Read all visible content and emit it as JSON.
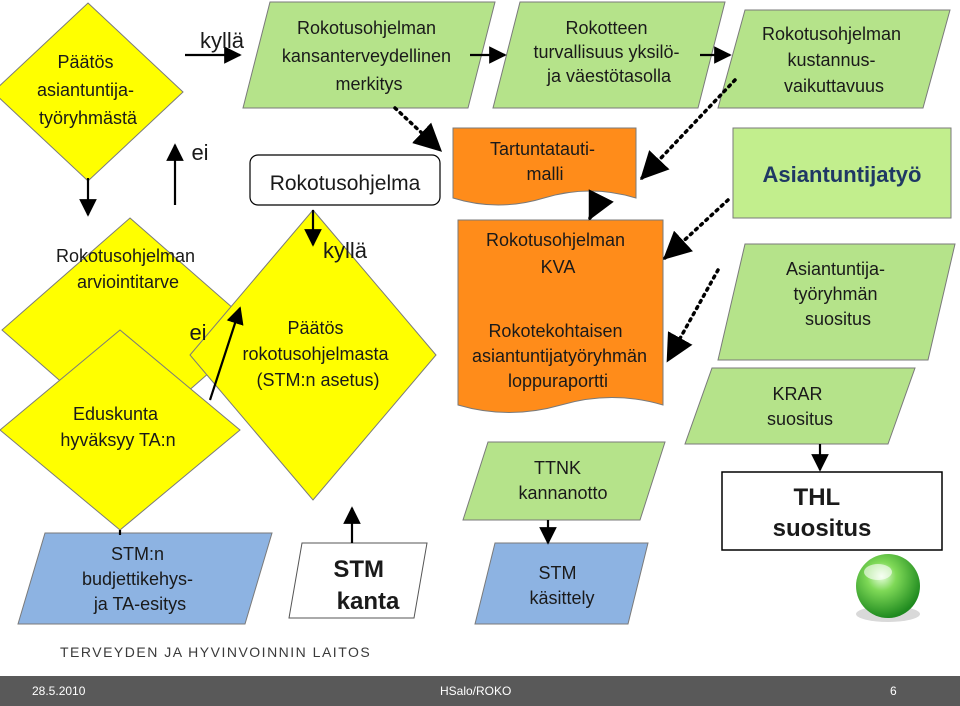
{
  "nodes": {
    "decision_expert": {
      "lines": [
        "Päätös",
        "asiantuntija-",
        "työryhmästä"
      ],
      "color": "#ffff00"
    },
    "label_kylla_top": "kyllä",
    "label_ei_top": "ei",
    "national_significance": {
      "lines": [
        "Rokotusohjelman",
        "kansanterveydellinen",
        "merkitys"
      ],
      "color": "#b5e38a"
    },
    "vaccine_safety": {
      "lines": [
        "Rokotteen",
        "turvallisuus yksilö-",
        "ja väestötasolla"
      ],
      "color": "#b5e38a"
    },
    "cost_effectiveness": {
      "lines": [
        "Rokotusohjelman",
        "kustannus-",
        "vaikuttavuus"
      ],
      "color": "#b5e38a"
    },
    "vaccination_program": {
      "lines": [
        "Rokotusohjelma"
      ]
    },
    "infection_model": {
      "lines": [
        "Tartuntatauti-",
        "malli"
      ],
      "color": "#ff8c1a"
    },
    "expert_work": {
      "lines": [
        "Asiantuntijatyö"
      ],
      "color": "#c2ee8d"
    },
    "assessment_need": {
      "lines": [
        "Rokotusohjelman",
        "arviointitarve"
      ],
      "color": "#ffff00"
    },
    "label_kylla_mid": "kyllä",
    "label_ei_mid": "ei",
    "decision_program": {
      "lines": [
        "Päätös",
        "rokotusohjelmasta",
        "(STM:n asetus)"
      ],
      "color": "#ffff00"
    },
    "parliament": {
      "lines": [
        "Eduskunta",
        "hyväksyy TA:n"
      ],
      "color": "#ffff00"
    },
    "program_kva": {
      "lines": [
        "Rokotusohjelman",
        "KVA"
      ],
      "color": "#ff8c1a"
    },
    "final_report": {
      "lines": [
        "Rokotekohtaisen",
        "asiantuntijatyöryhmän",
        "loppuraportti"
      ],
      "color": "#ff8c1a"
    },
    "group_recommendation": {
      "lines": [
        "Asiantuntija-",
        "työryhmän",
        "suositus"
      ],
      "color": "#b5e38a"
    },
    "krar_recommendation": {
      "lines": [
        "KRAR",
        "suositus"
      ],
      "color": "#b5e38a"
    },
    "ttnk_statement": {
      "lines": [
        "TTNK",
        "kannanotto"
      ],
      "color": "#b5e38a"
    },
    "thl_recommendation": {
      "lines": [
        "THL",
        "suositus"
      ],
      "color": "#ffffff"
    },
    "stm_budget": {
      "lines": [
        "STM:n",
        "budjettikehys-",
        "ja TA-esitys"
      ],
      "color": "#8db3e2"
    },
    "stm_office": {
      "lines": [
        "STM",
        "kanta"
      ],
      "color": "#ffffff"
    },
    "stm_processing": {
      "lines": [
        "STM",
        "käsittely"
      ],
      "color": "#8db3e2"
    }
  },
  "colors": {
    "arrow": "#000000",
    "dotted": "#000000",
    "footer": "#595959"
  },
  "icons": {
    "logo": "green-sphere-logo-icon"
  },
  "footer": {
    "organization": "TERVEYDEN JA HYVINVOINNIN LAITOS",
    "date": "28.5.2010",
    "author": "HSalo/ROKO",
    "page": "6"
  }
}
